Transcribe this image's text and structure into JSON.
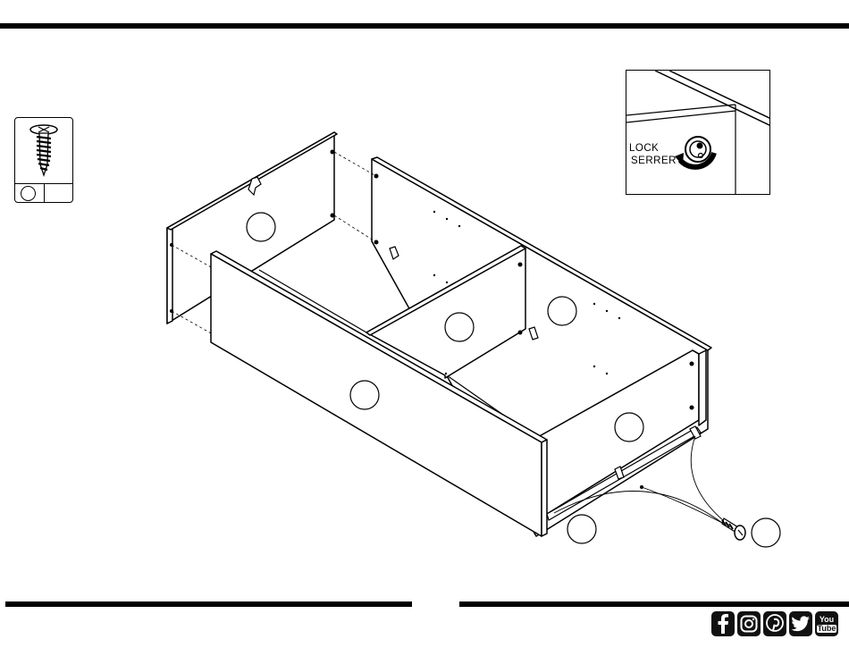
{
  "detail": {
    "lock_label": "LOCK",
    "serrer_label": "SERRER"
  },
  "hardware": {
    "part_icon": "screw-icon"
  },
  "social": [
    {
      "name": "facebook-icon"
    },
    {
      "name": "instagram-icon"
    },
    {
      "name": "pinterest-icon"
    },
    {
      "name": "twitter-icon"
    },
    {
      "name": "youtube-icon",
      "text_top": "You",
      "text_bottom": "Tube"
    }
  ]
}
